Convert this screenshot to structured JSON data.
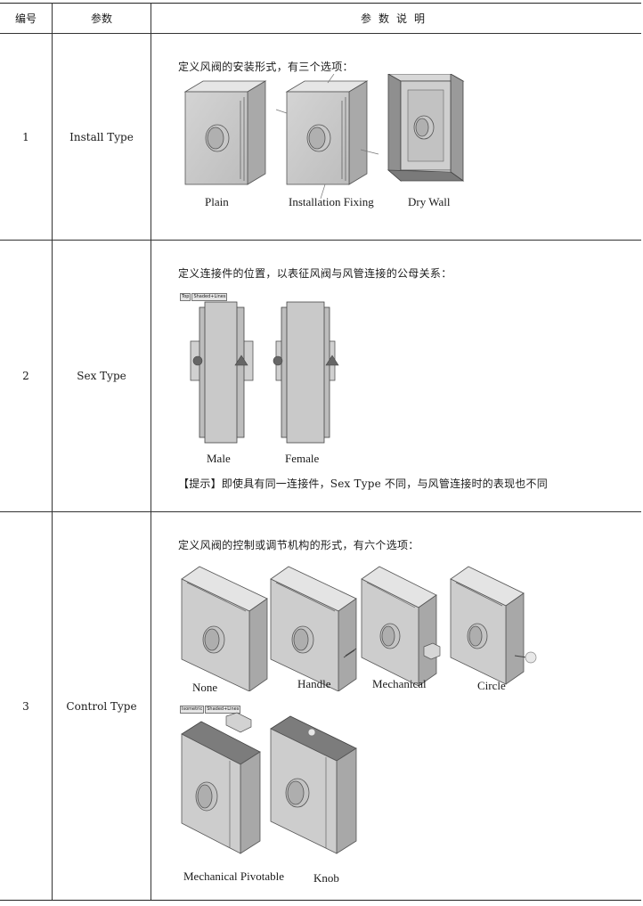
{
  "header": {
    "no": "编号",
    "param": "参数",
    "desc": "参数说明"
  },
  "rows": [
    {
      "no": "1",
      "param": "Install Type",
      "desc": "定义风阀的安装形式，有三个选项：",
      "captions": [
        "Plain",
        "Installation Fixing",
        "Dry Wall"
      ]
    },
    {
      "no": "2",
      "param": "Sex Type",
      "desc": "定义连接件的位置，以表征风阀与风管连接的公母关系：",
      "view_tags": [
        "Top",
        "Shaded+Lines"
      ],
      "captions": [
        "Male",
        "Female"
      ],
      "tip": "【提示】即使具有同一连接件，Sex Type 不同，与风管连接时的表现也不同"
    },
    {
      "no": "3",
      "param": "Control Type",
      "desc": "定义风阀的控制或调节机构的形式，有六个选项：",
      "view_tags": [
        "Isometric",
        "Shaded+Lines"
      ],
      "captions": [
        "None",
        "Handle",
        "Mechanical",
        "Circle",
        "Mechanical Pivotable",
        "Knob"
      ]
    }
  ]
}
